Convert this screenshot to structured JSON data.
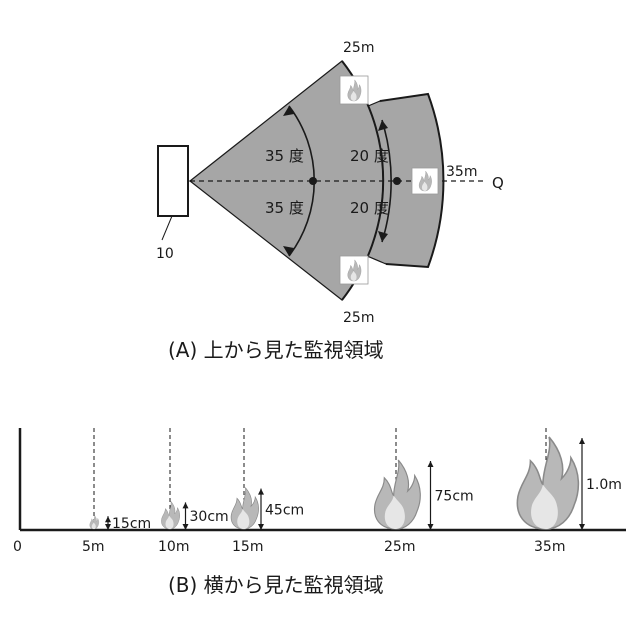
{
  "panel_a": {
    "caption": "(A)  上から見た監視領域",
    "device_label": "10",
    "angle_upper_inner": "35 度",
    "angle_lower_inner": "35 度",
    "angle_upper_outer": "20 度",
    "angle_lower_outer": "20 度",
    "range_top": "25m",
    "range_bottom": "25m",
    "range_axis": "35m",
    "axis_label": "Q"
  },
  "panel_b": {
    "caption": "(B)  横から見た監視領域",
    "origin_label": "0",
    "fires": [
      {
        "distance": "5m",
        "height": "15cm",
        "height_m": 0.15
      },
      {
        "distance": "10m",
        "height": "30cm",
        "height_m": 0.3
      },
      {
        "distance": "15m",
        "height": "45cm",
        "height_m": 0.45
      },
      {
        "distance": "25m",
        "height": "75cm",
        "height_m": 0.75
      },
      {
        "distance": "35m",
        "height": "1.0m",
        "height_m": 1.0
      }
    ]
  },
  "colors": {
    "sector_fill": "#a6a6a6",
    "flame_light": "#cfcfcf",
    "flame_dark": "#8a8a8a",
    "line": "#1a1a1a"
  }
}
